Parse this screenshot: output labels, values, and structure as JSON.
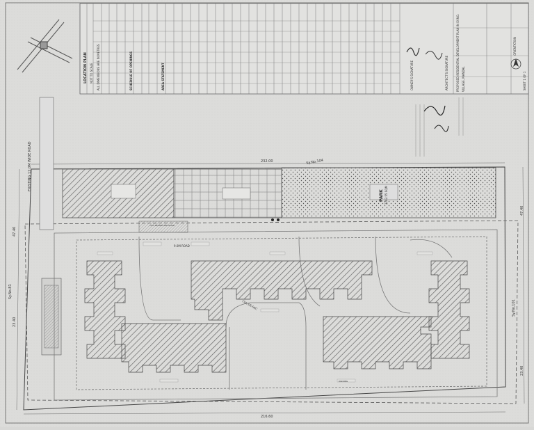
{
  "sheet": {
    "road_label": "EXISTING 12.0M WIDE ROAD",
    "top_dim": "232.00",
    "bottom_dim": "216.60",
    "left_dim_top": "47.40",
    "left_dim_bottom": "23.40",
    "right_dim_top": "47.40",
    "right_dim_bottom": "23.40",
    "sy_no_left": "Sy.No.81",
    "sy_no_top": "Sy.No.104",
    "sy_no_right": "Sy.No.101",
    "park_label": "PARK",
    "park_area": "2262.55 SQM",
    "internal_road": "9.0M ROAD",
    "cul_de_sac": "CUL-DE-SAC",
    "rest_label": "15% RESTRICTED ROAD",
    "parking_label": "PARKING"
  },
  "title_block": {
    "location_plan": "LOCATION PLAN",
    "scale_nts": "NOT TO SCALE",
    "all_dims": "ALL DIMENSIONS ARE IN METRES",
    "schedule": "SCHEDULE OF OPENINGS",
    "area_statement": "AREA STATEMENT",
    "proposal": "PROPOSED RESIDENTIAL DEVELOPMENT PLAN IN SY.NO.",
    "village": "VILLAGE, MANDAL",
    "orientation": "ORIENTATION",
    "sheet_no": "SHEET 1 OF 1",
    "owner_sign": "OWNER'S SIGNATURE",
    "architect_sign": "ARCHITECT'S SIGNATURE"
  }
}
